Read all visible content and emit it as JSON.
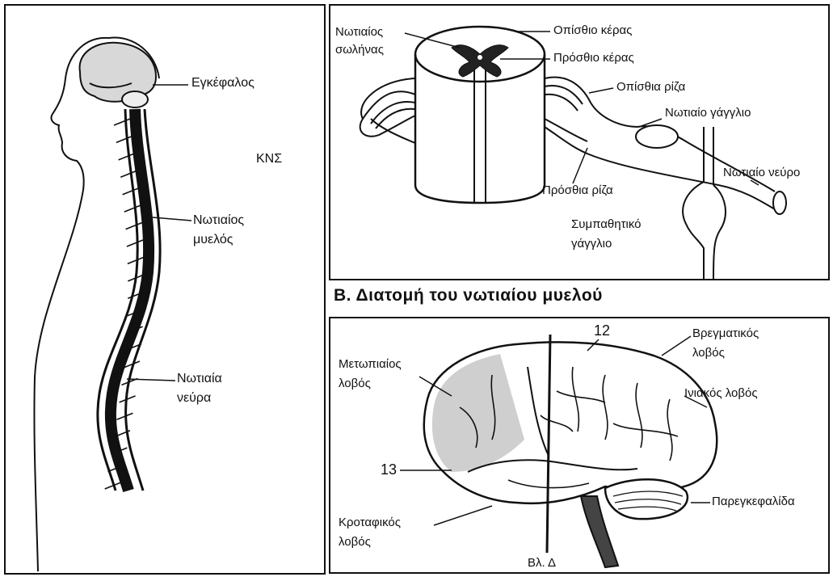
{
  "panel_a": {
    "labels": {
      "brain": "Εγκέφαλος",
      "cns": "ΚΝΣ",
      "spinal_cord_1": "Νωτιαίος",
      "spinal_cord_2": "μυελός",
      "spinal_nerves_1": "Νωτιαία",
      "spinal_nerves_2": "νεύρα"
    }
  },
  "panel_b": {
    "labels": {
      "vertebral_column_1": "Νωτιαίος",
      "vertebral_column_2": "σωλήνας",
      "posterior_horn": "Οπίσθιο κέρας",
      "anterior_horn": "Πρόσθιο κέρας",
      "posterior_root": "Οπίσθια ρίζα",
      "spinal_ganglion": "Νωτιαίο γάγγλιο",
      "spinal_nerve": "Νωτιαίο νεύρο",
      "anterior_root": "Πρόσθια ρίζα",
      "sympathetic_1": "Συμπαθητικό",
      "sympathetic_2": "γάγγλιο"
    },
    "caption": "Β.  Διατομή του νωτιαίου μυελού"
  },
  "panel_c": {
    "labels": {
      "num_12": "12",
      "num_13": "13",
      "frontal_1": "Μετωπιαίος",
      "frontal_2": "λοβός",
      "parietal_1": "Βρεγματικός",
      "parietal_2": "λοβός",
      "occipital": "Ινιακός λοβός",
      "temporal_1": "Κροταφικός",
      "temporal_2": "λοβός",
      "cerebellum": "Παρεγκεφαλίδα",
      "see_d": "Βλ. Δ"
    }
  }
}
